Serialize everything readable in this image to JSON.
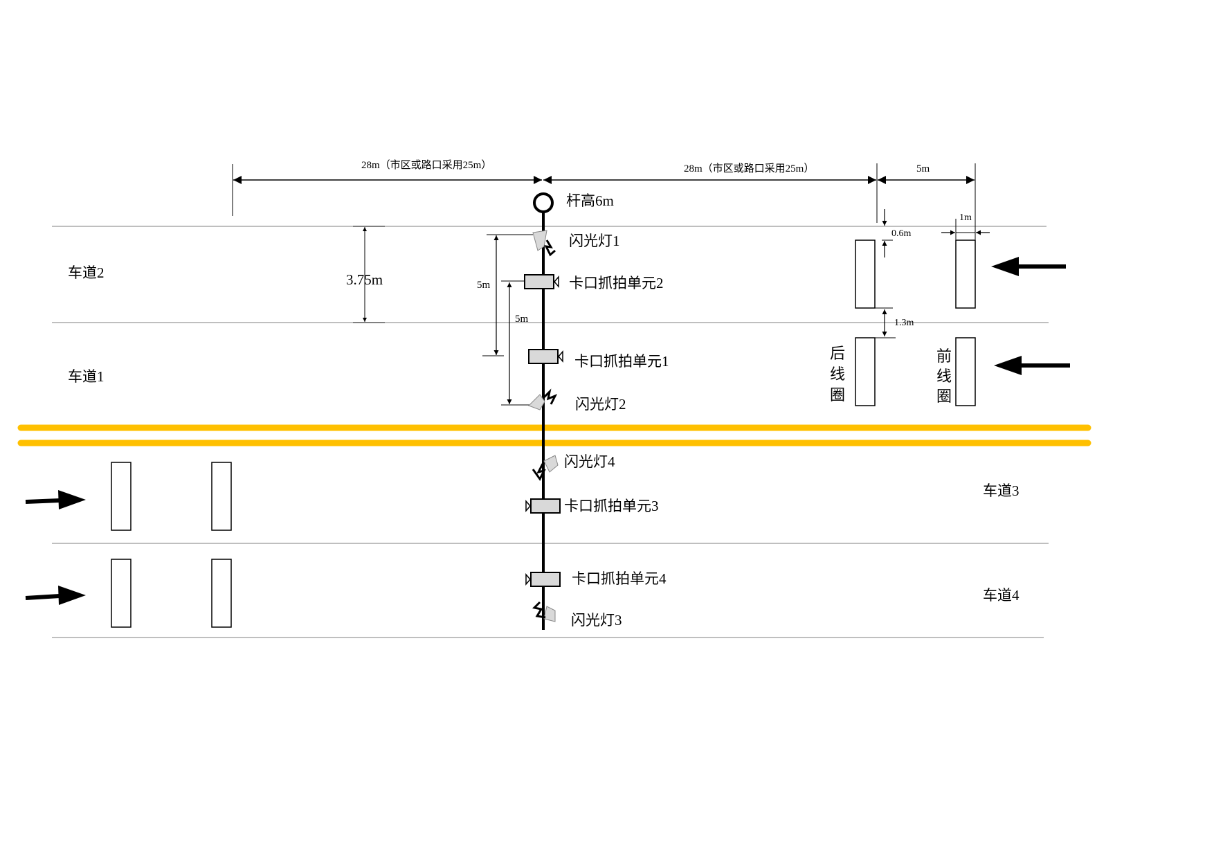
{
  "dimensions": {
    "left_span": "28m（市区或路口采用25m）",
    "right_span": "28m（市区或路口采用25m）",
    "loop_span": "5m",
    "lane_width": "3.75m",
    "pole_height": "杆高6m",
    "loop_offset_top": "0.6m",
    "loop_gap": "1.3m",
    "loop_width": "1m",
    "cam_spacing_a": "5m",
    "cam_spacing_b": "5m"
  },
  "lanes": {
    "lane2": "车道2",
    "lane1": "车道1",
    "lane3": "车道3",
    "lane4": "车道4"
  },
  "devices": {
    "flash1": "闪光灯1",
    "flash2": "闪光灯2",
    "flash3": "闪光灯3",
    "flash4": "闪光灯4",
    "cam1": "卡口抓拍单元1",
    "cam2": "卡口抓拍单元2",
    "cam3": "卡口抓拍单元3",
    "cam4": "卡口抓拍单元4"
  },
  "loops": {
    "rear": [
      "后",
      "线",
      "圈"
    ],
    "front": [
      "前",
      "线",
      "圈"
    ]
  },
  "colors": {
    "center_line": "#FFC000",
    "line": "#000000",
    "lane_line": "#7f7f7f",
    "device_fill": "#d9d9d9"
  }
}
